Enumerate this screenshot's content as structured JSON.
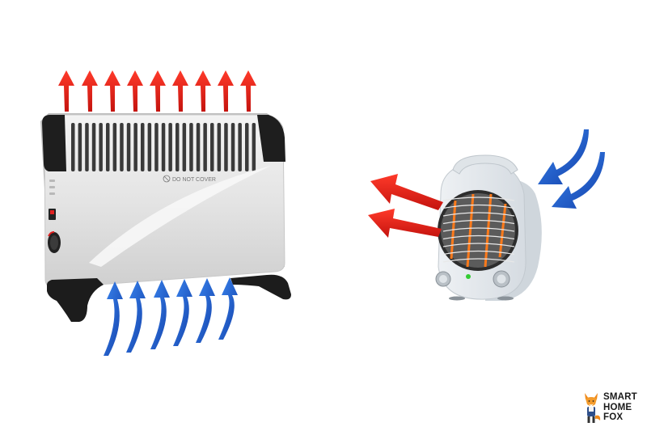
{
  "convector_heater": {
    "label_text": "DO NOT COVER",
    "warm_air_color": "#e8201a",
    "cool_air_color": "#1b5fd6"
  },
  "fan_heater": {
    "warm_air_color": "#e8201a",
    "cool_air_color": "#1b5fd6",
    "indicator_color": "#33cc33"
  },
  "brand": {
    "line1": "SMART",
    "line2": "HOME",
    "line3": "FOX",
    "icon": "fox-mascot-icon"
  }
}
